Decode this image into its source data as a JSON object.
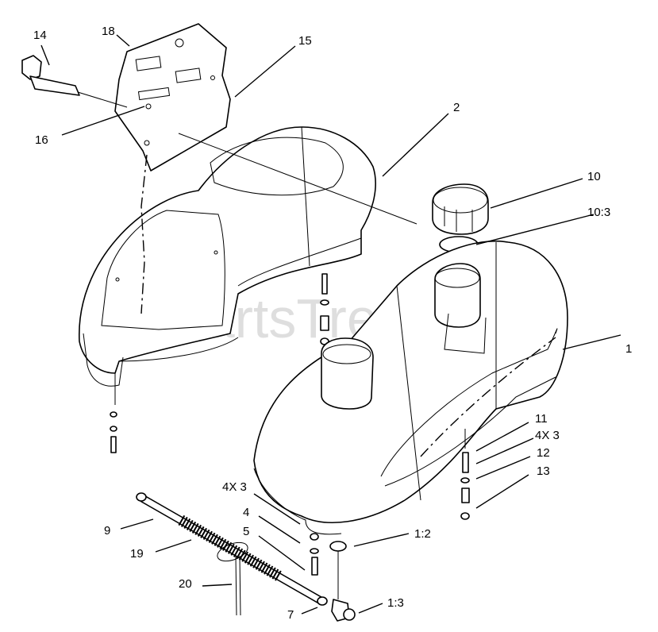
{
  "watermark": "PartsTree",
  "callouts": {
    "c14": "14",
    "c18": "18",
    "c15": "15",
    "c16": "16",
    "c2": "2",
    "c10": "10",
    "c10_3": "10:3",
    "c1": "1",
    "c11": "11",
    "c4x3a": "4X 3",
    "c12": "12",
    "c13": "13",
    "c4x3b": "4X 3",
    "c4": "4",
    "c5": "5",
    "c9": "9",
    "c19": "19",
    "c1_2": "1:2",
    "c20": "20",
    "c7": "7",
    "c1_3": "1:3"
  }
}
